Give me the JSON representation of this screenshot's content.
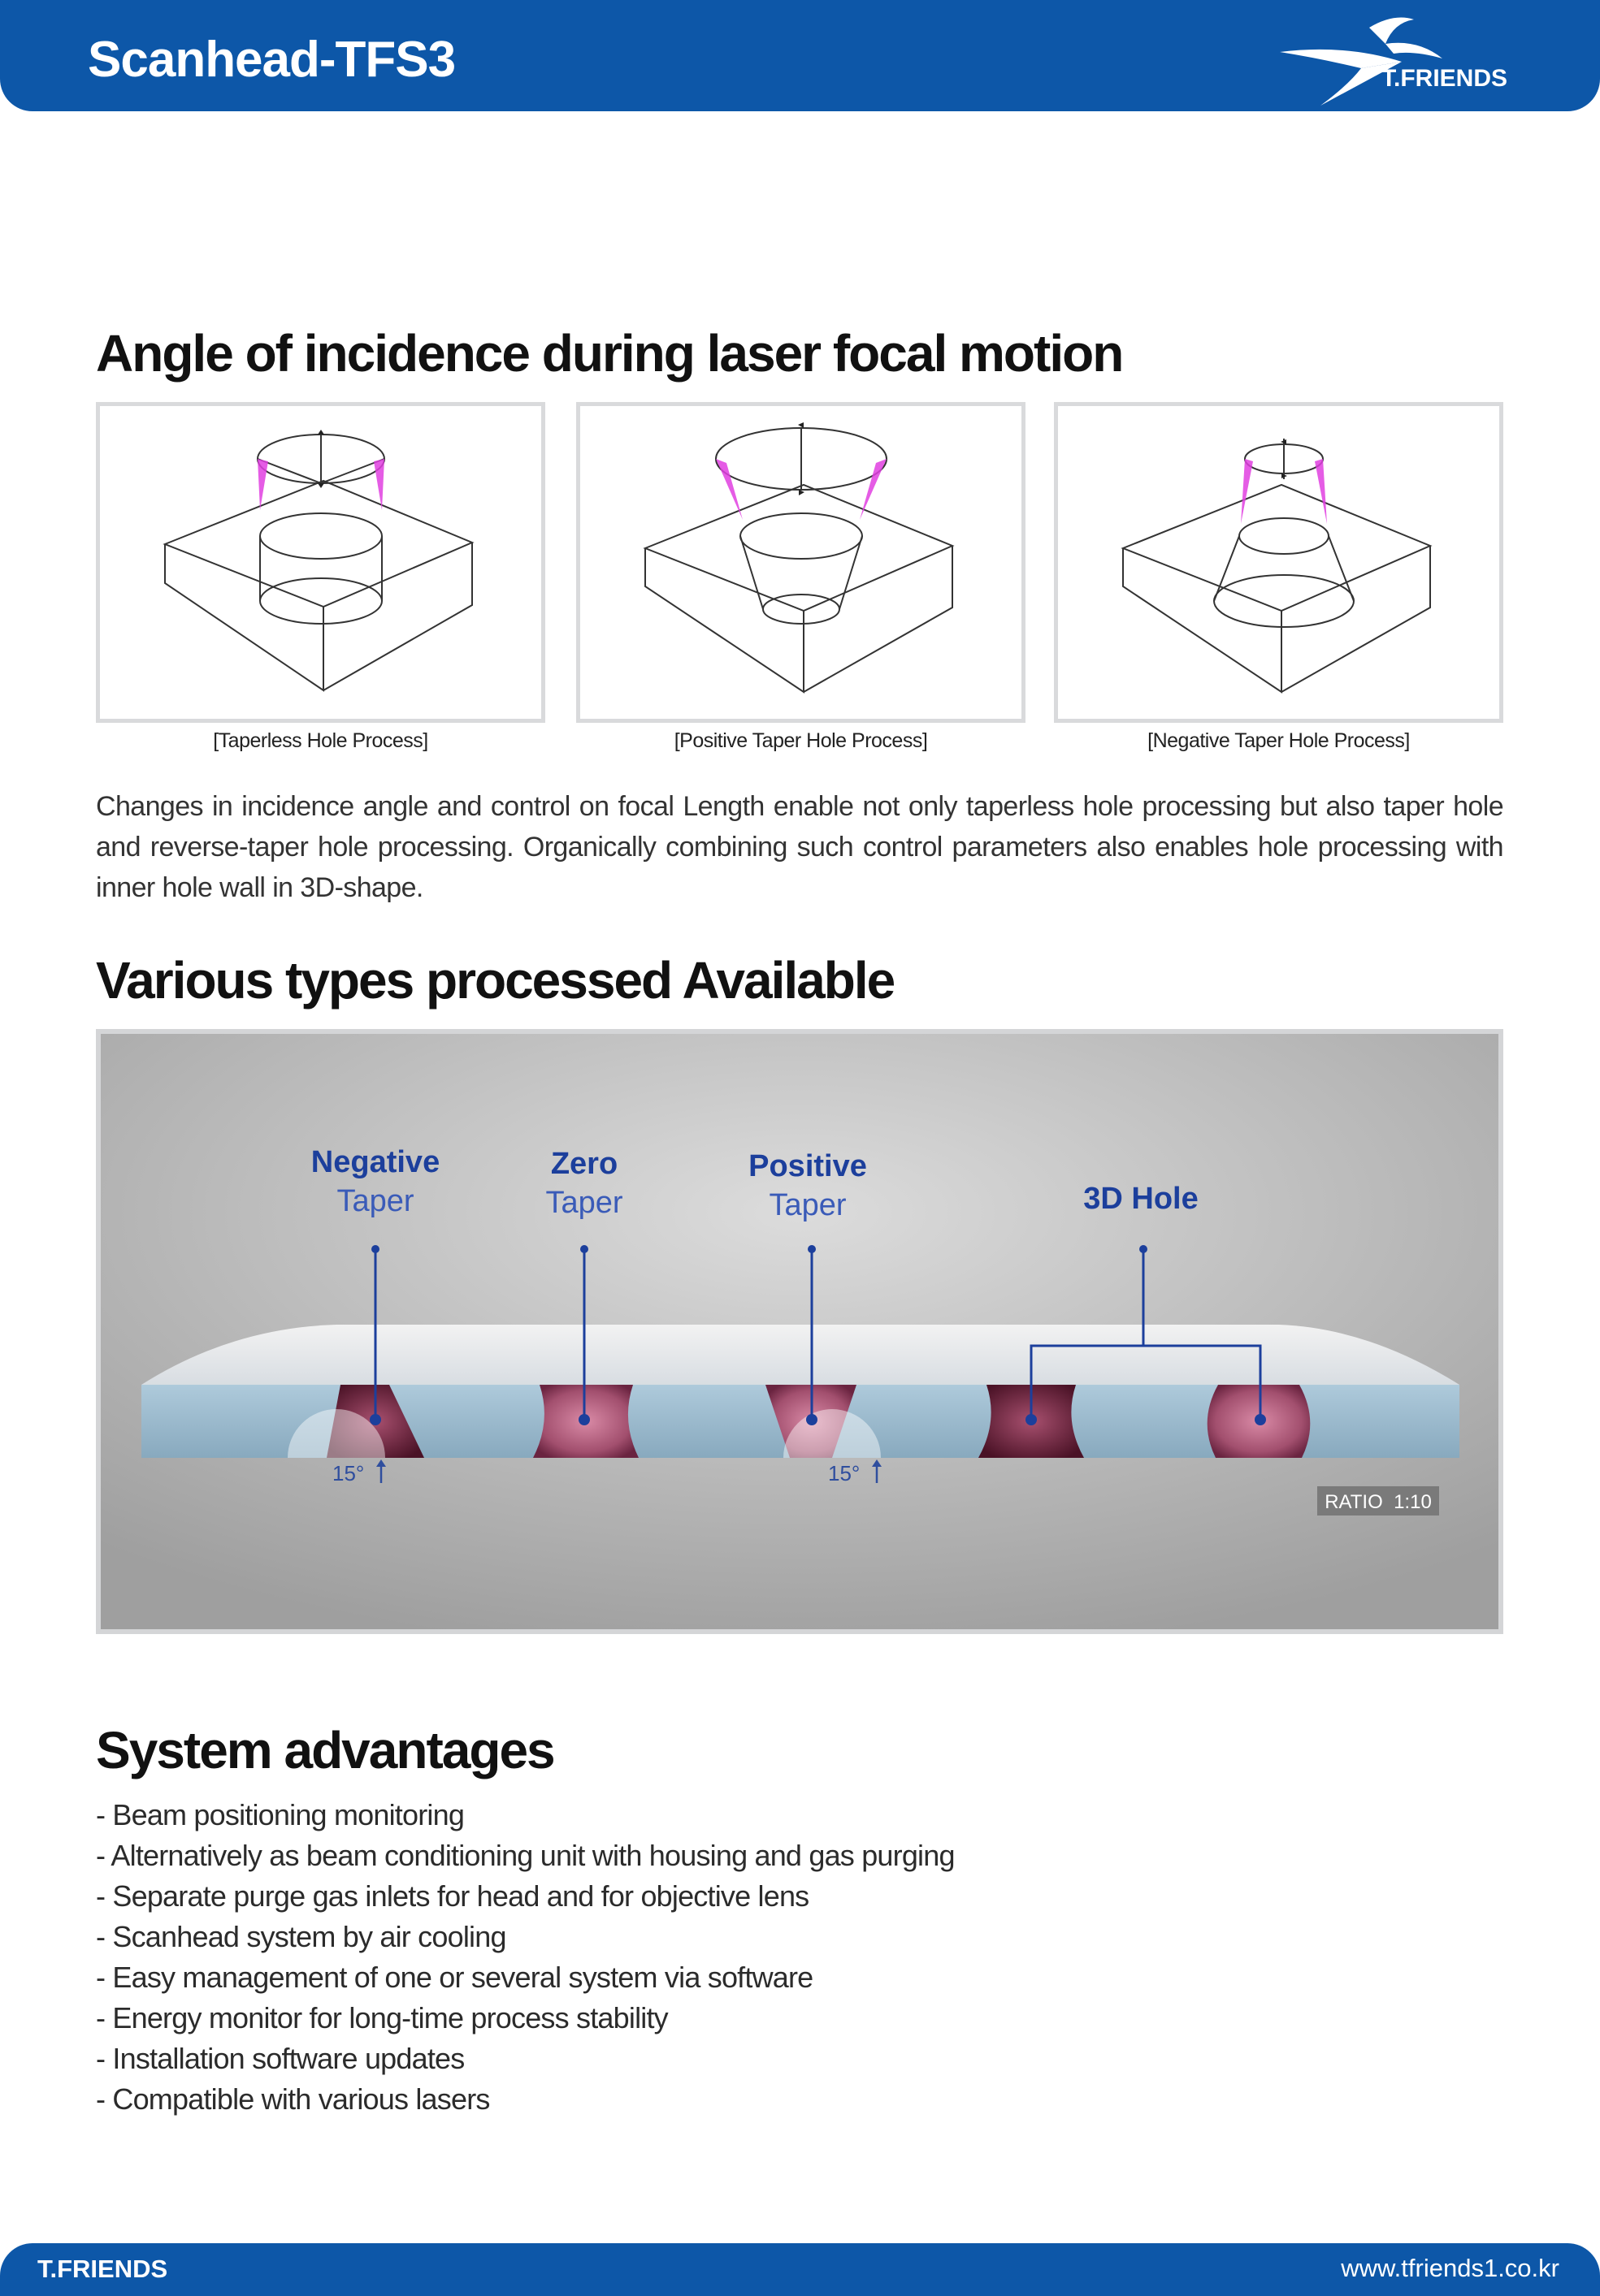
{
  "header": {
    "title": "Scanhead-TFS3",
    "logo_text": "T.FRIENDS"
  },
  "section1": {
    "title": "Angle of incidence during laser focal motion",
    "captions": [
      "[Taperless Hole Process]",
      "[Positive Taper Hole Process]",
      "[Negative Taper Hole Process]"
    ],
    "paragraph": "Changes in incidence angle and control on focal Length enable not only taperless hole processing but also taper hole and reverse-taper hole processing. Organically combining such control parameters also enables hole processing with inner hole wall in 3D-shape."
  },
  "section2": {
    "title": "Various types processed Available",
    "labels": {
      "negative_bold": "Negative",
      "negative_sub": "Taper",
      "zero_bold": "Zero",
      "zero_sub": "Taper",
      "positive_bold": "Positive",
      "positive_sub": "Taper",
      "hole3d": "3D Hole",
      "angle1": "15°",
      "angle2": "15°",
      "ratio": "RATIO  1:10"
    }
  },
  "section3": {
    "title": "System advantages",
    "items": [
      "- Beam positioning monitoring",
      "- Alternatively as beam conditioning unit with housing and gas purging",
      "- Separate purge gas inlets for head and for objective lens",
      "- Scanhead system by air cooling",
      "- Easy management of one or several system via software",
      "- Energy monitor for long-time process stability",
      "- Installation software updates",
      "- Compatible with various lasers"
    ]
  },
  "footer": {
    "left": "T.FRIENDS",
    "right": "www.tfriends1.co.kr"
  },
  "colors": {
    "brand_blue": "#0d57a8",
    "laser_magenta": "#e040e0",
    "label_blue": "#1c3f9c"
  }
}
